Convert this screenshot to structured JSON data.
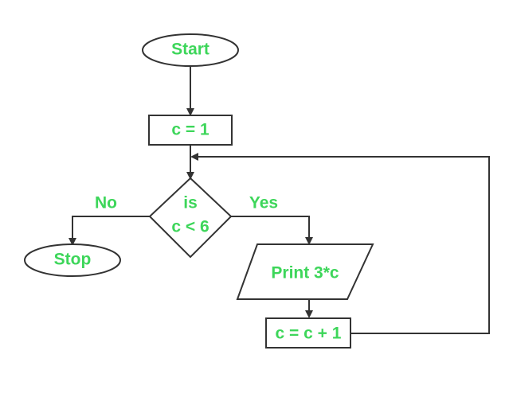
{
  "colors": {
    "text": "#3dd65a",
    "line": "#333333",
    "background": "#ffffff"
  },
  "nodes": {
    "start": "Start",
    "init": "c = 1",
    "decision_line1": "is",
    "decision_line2": "c < 6",
    "print": "Print 3*c",
    "increment": "c = c + 1",
    "stop": "Stop"
  },
  "edges": {
    "no": "No",
    "yes": "Yes"
  }
}
